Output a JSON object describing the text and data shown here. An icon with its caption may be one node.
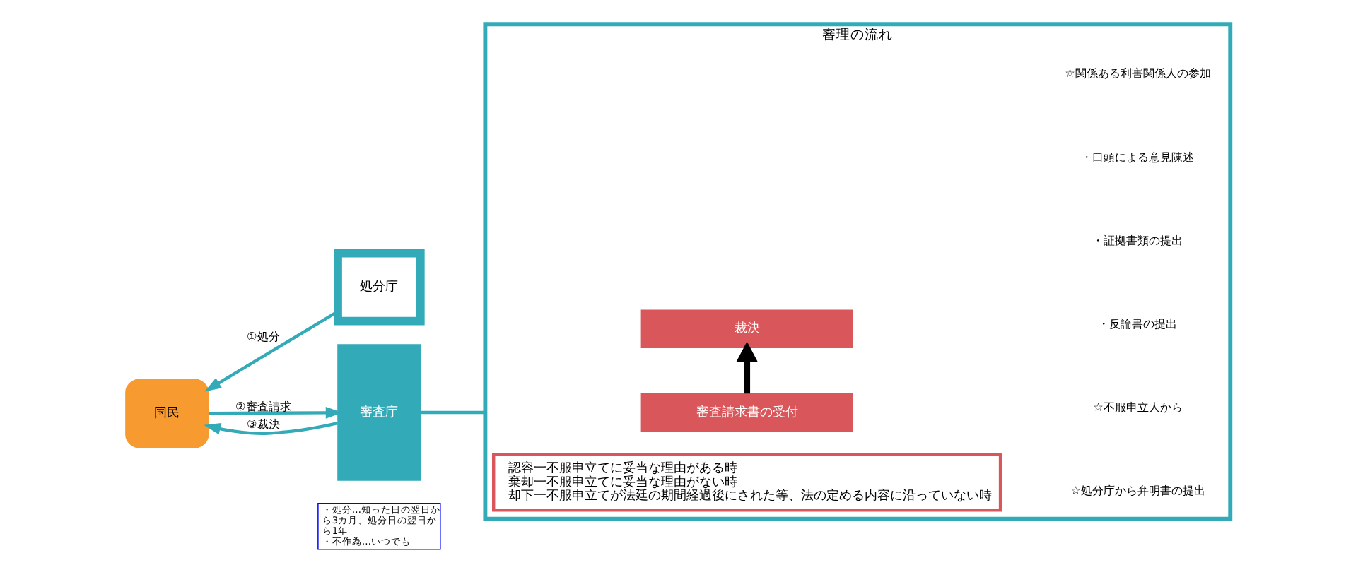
{
  "diagram": {
    "nodes": [
      {
        "text": [
          "国民"
        ]
      },
      {
        "text": [
          "処分庁"
        ]
      },
      {
        "text": [
          "審査庁"
        ]
      },
      {
        "text": [
          "審理の流れ"
        ]
      },
      {
        "text": [
          "審査請求書の受付"
        ],
        "in": 3
      },
      {
        "text": [
          "裁決"
        ],
        "in": 3
      },
      {
        "text": [
          "認容一不服申立てに妥当な理由がある時",
          "棄却一不服申立てに妥当な理由がない時",
          "却下一不服申立てが法廷の期間経過後にされた等、法の定める内容に沿っていない時"
        ],
        "in": 3
      },
      {
        "text": [
          "・処分…知った日の翌日から3カ月、処分日の翌日から1年",
          "・不作為…いつでも"
        ]
      }
    ],
    "edges": [
      {
        "from": 1,
        "to": 0,
        "arrow": "to",
        "label": "①処分"
      },
      {
        "from": 0,
        "to": 2,
        "arrow": "to",
        "label": "②審査請求"
      },
      {
        "from": 2,
        "to": 0,
        "arrow": "to",
        "label": "③裁決"
      },
      {
        "from": 4,
        "to": 5,
        "arrow": "to",
        "style": "thick",
        "color": "#000000"
      },
      {
        "from": 2,
        "to": 3,
        "arrow": "none"
      }
    ],
    "labels": [
      "☆処分庁から弁明書の提出",
      "☆不服申立人から",
      "・反論書の提出",
      "・証拠書類の提出",
      "・口頭による意見陳述",
      "☆関係ある利害関係人の参加"
    ]
  }
}
